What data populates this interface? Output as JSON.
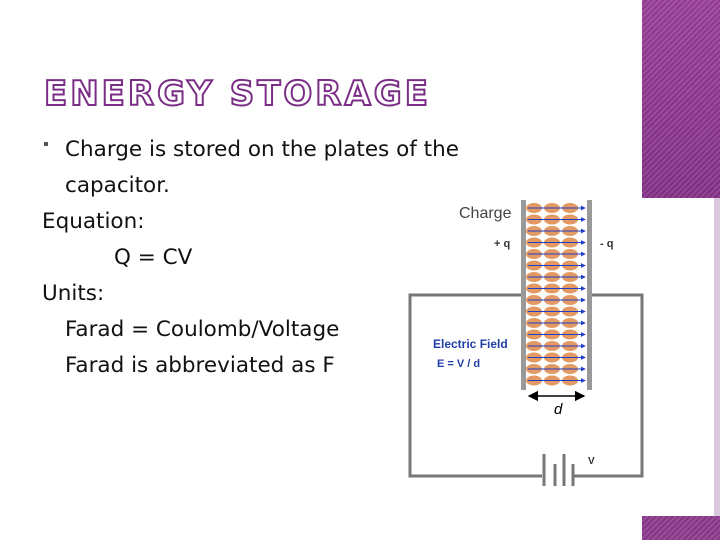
{
  "slide": {
    "title": "ENERGY STORAGE",
    "lines": [
      "Charge is stored on the plates of the",
      "capacitor.",
      "Equation:",
      "Q = CV",
      "Units:",
      "Farad = Coulomb/Voltage",
      "Farad is abbreviated as F"
    ]
  },
  "diagram": {
    "charge_label": "Charge",
    "plus_q": "+ q",
    "minus_q": "- q",
    "field_label": "Electric Field",
    "field_eq": "E = V / d",
    "gap_label": "d",
    "voltage_label": "V"
  },
  "colors": {
    "accent": "#7a2e86",
    "field_text": "#1f3fa8",
    "arrow": "#1f3fc8",
    "charge": "#e39a62"
  }
}
